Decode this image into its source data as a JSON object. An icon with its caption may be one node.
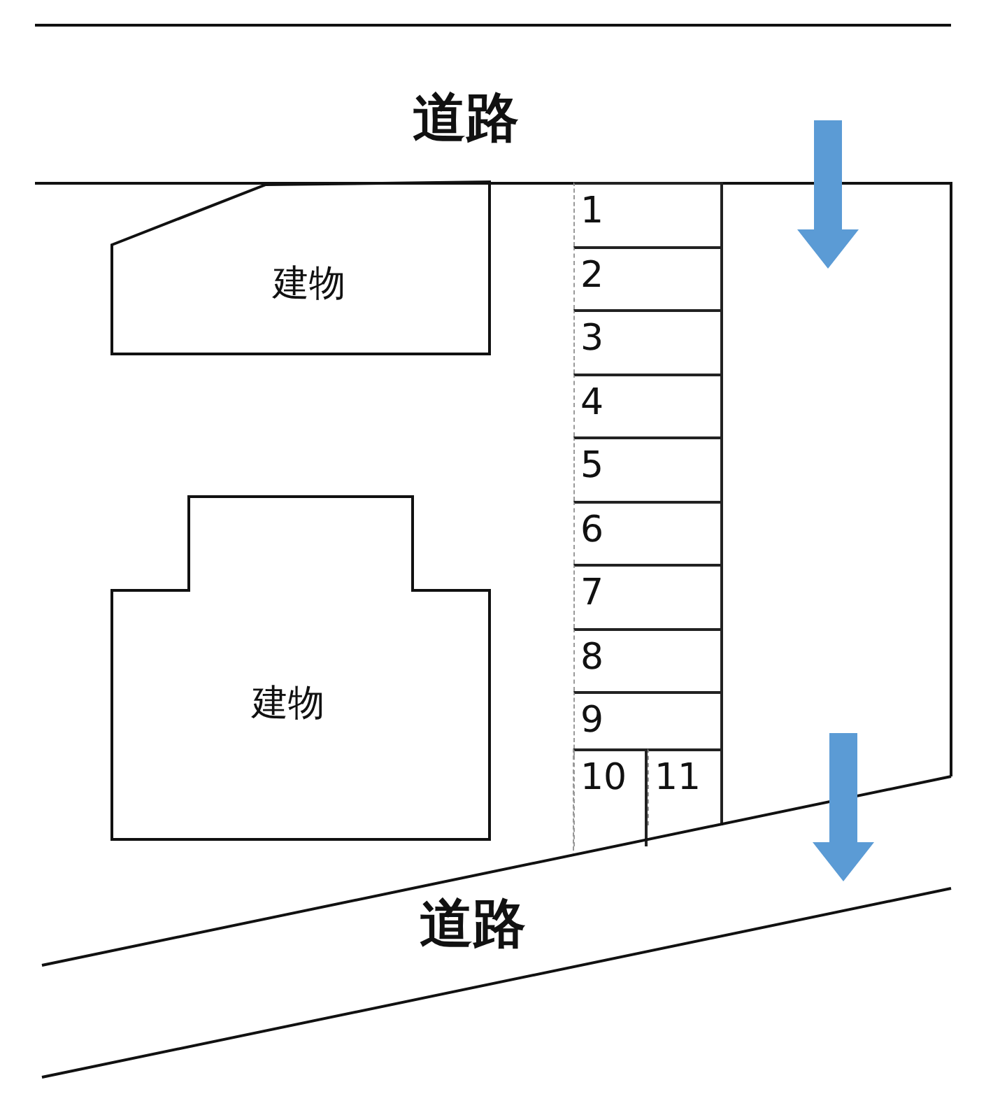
{
  "diagram": {
    "nodes": [
      {
        "text": [
          "道路"
        ]
      },
      {
        "text": [
          "建物"
        ]
      },
      {
        "text": [
          "建物"
        ]
      },
      {
        "text": [
          "1"
        ]
      },
      {
        "text": [
          "2"
        ]
      },
      {
        "text": [
          "3"
        ]
      },
      {
        "text": [
          "4"
        ]
      },
      {
        "text": [
          "5"
        ]
      },
      {
        "text": [
          "6"
        ]
      },
      {
        "text": [
          "7"
        ]
      },
      {
        "text": [
          "8"
        ]
      },
      {
        "text": [
          "9"
        ]
      },
      {
        "text": [
          "10"
        ]
      },
      {
        "text": [
          "11"
        ]
      },
      {
        "text": [
          "道路"
        ]
      }
    ]
  }
}
